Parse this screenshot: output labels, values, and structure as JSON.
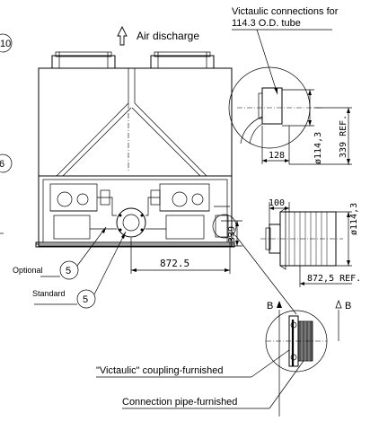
{
  "labels": {
    "air_discharge": "Air discharge",
    "victaulic_title_line1": "Victaulic connections for",
    "victaulic_title_line2": "114.3 O.D. tube",
    "optional": "Optional",
    "standard": "Standard",
    "coupling": "\"Victaulic\" coupling-furnished",
    "connection_pipe": "Connection pipe-furnished"
  },
  "callouts": {
    "callout_10": "10",
    "callout_6": "6",
    "callout_5_optional": "5",
    "callout_5_standard": "5"
  },
  "dimensions": {
    "d_872_5_main": "872.5",
    "d_339": "339",
    "d_128": "128",
    "d_dia_114_3_top": "ø114,3",
    "d_339_ref": "339 REF.",
    "d_100": "100",
    "d_dia_114_3_side": "ø114,3",
    "d_872_5_ref": "872,5 REF."
  },
  "section_marks": {
    "left": "B",
    "right": "B"
  },
  "icons": {
    "air_arrow": "arrow-up-icon",
    "section_arrows": "arrow-up-icon"
  }
}
